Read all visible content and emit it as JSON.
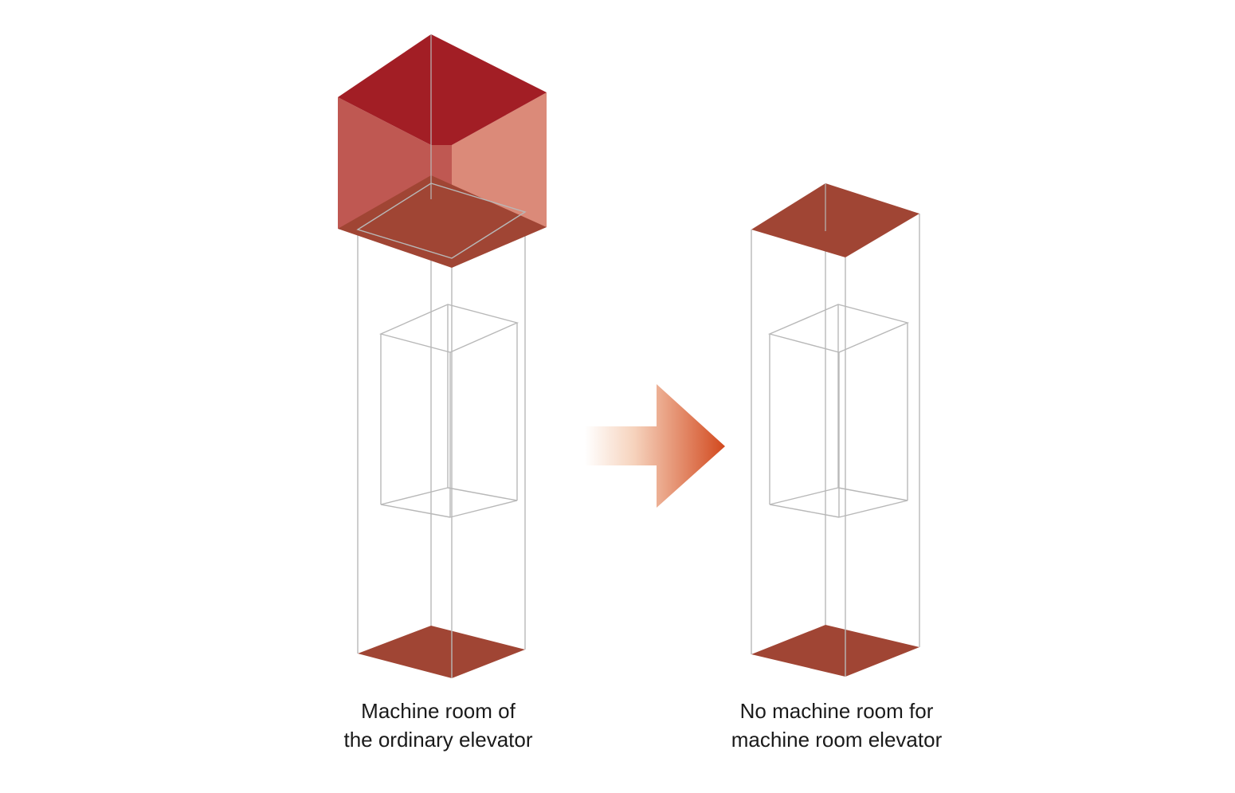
{
  "colors": {
    "background": "#ffffff",
    "wireframe": "#b8b8b8",
    "slab": "#a04534",
    "room_top": "#a21e25",
    "room_left": "#bf5852",
    "room_right": "#db8a79",
    "arrow_start": "#ffffff",
    "arrow_end": "#d2491e"
  },
  "left_elevator": {
    "has_machine_room": true,
    "caption": {
      "line1": "Machine room of",
      "line2": "the ordinary elevator"
    }
  },
  "transition_arrow": {
    "icon": "right-arrow-icon"
  },
  "right_elevator": {
    "has_machine_room": false,
    "caption": {
      "line1": "No machine room for",
      "line2": "machine room elevator"
    }
  }
}
